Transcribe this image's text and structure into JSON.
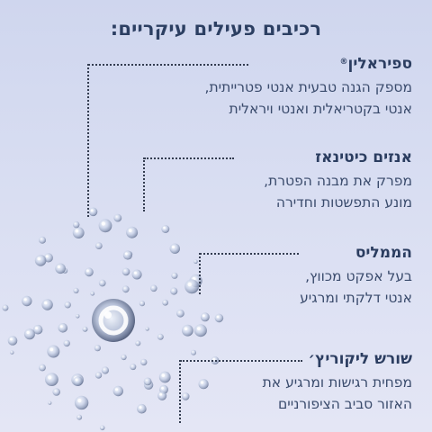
{
  "title": "רכיבים פעילים עיקריים:",
  "sections": [
    {
      "heading": "ספיראלין",
      "heading_mark": "®",
      "lines": [
        "מספק הגנה טבעית אנטי פטרייתית,",
        "אנטי בקטריאלית ואנטי ויראלית"
      ]
    },
    {
      "heading": "אנזים כיטינאז",
      "lines": [
        "מפרק את מבנה הפטרת,",
        "מונע התפשטות וחדירה"
      ]
    },
    {
      "heading": "הממליס",
      "lines": [
        "בעל אפקט מכווץ,",
        "אנטי דלקתי ומרגיע"
      ]
    },
    {
      "heading": "שורש ליקוריץ׳",
      "lines": [
        "מפחית רגישות ומרגיע את",
        "האזור סביב הציפורניים"
      ]
    }
  ],
  "colors": {
    "background_top": "#cfd6ee",
    "background_bottom": "#e4e6f5",
    "text": "#2c3f62",
    "dotted_line": "#333c50"
  },
  "decor": {
    "image": "water-droplets-cluster-illustration"
  }
}
